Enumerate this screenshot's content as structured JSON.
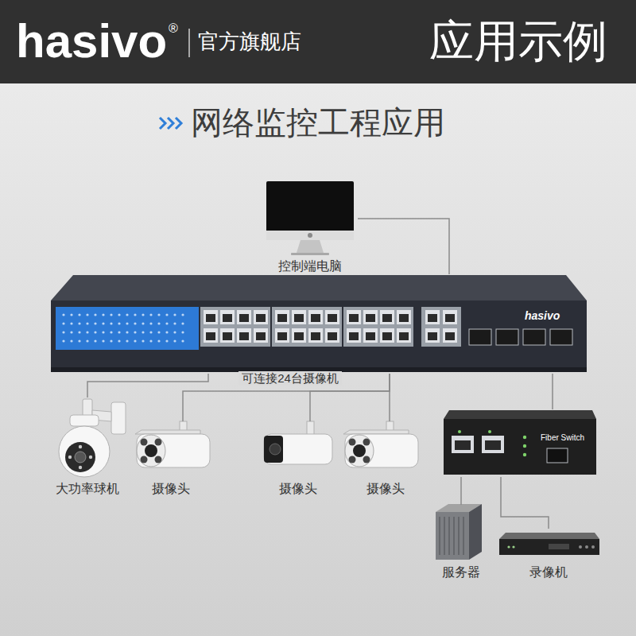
{
  "diagram": {
    "title": "网络监控工程应用",
    "nodes": [
      {
        "text": [
          "控制端电脑"
        ]
      },
      {
        "text": [
          "hasivo"
        ]
      },
      {
        "text": [
          "大功率球机"
        ]
      },
      {
        "text": [
          "摄像头"
        ]
      },
      {
        "text": [
          "摄像头"
        ]
      },
      {
        "text": [
          "摄像头"
        ]
      },
      {
        "text": [
          "Fiber Switch"
        ]
      },
      {
        "text": [
          "服务器"
        ]
      },
      {
        "text": [
          "录像机"
        ]
      }
    ],
    "edges": [
      {
        "from": 0,
        "to": 1,
        "arrow": "none"
      },
      {
        "from": 1,
        "to": 2,
        "arrow": "none"
      },
      {
        "from": 1,
        "to": 3,
        "arrow": "none"
      },
      {
        "from": 1,
        "to": 4,
        "arrow": "none"
      },
      {
        "from": 1,
        "to": 5,
        "arrow": "none"
      },
      {
        "from": 1,
        "to": 6,
        "arrow": "none"
      },
      {
        "from": 6,
        "to": 7,
        "arrow": "none"
      },
      {
        "from": 6,
        "to": 8,
        "arrow": "none"
      }
    ],
    "labels": [
      "hasivo",
      "®",
      "官方旗舰店",
      "应用示例",
      "可连接24台摄像机"
    ]
  }
}
